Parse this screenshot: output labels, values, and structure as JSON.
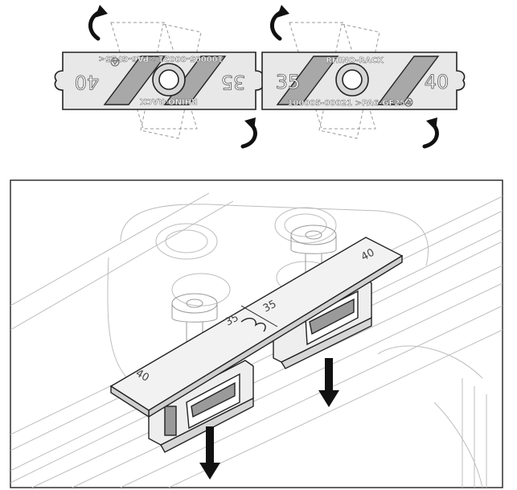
{
  "top_plates": {
    "left": {
      "size_small": "40",
      "size_large": "35",
      "part_number": "100005-00021 >PA6-GF25<",
      "brand": "RHINO-RACK"
    },
    "right": {
      "size_small": "35",
      "size_large": "40",
      "part_number": "100005-00021 >PA6-GF25<",
      "brand": "RHINO-RACK"
    }
  },
  "assembly": {
    "plate_left_label_a": "40",
    "plate_left_label_b": "35",
    "plate_right_label_a": "35",
    "plate_right_label_b": "40"
  },
  "colors": {
    "outline": "#222222",
    "plate_fill": "#d6d6d6",
    "insert_fill": "#a8a8a8",
    "ghost_line": "#9a9a9a",
    "arrow": "#111111"
  },
  "icons": [
    "rotate-arrow-icon",
    "down-arrow-icon",
    "recycle-icon"
  ]
}
